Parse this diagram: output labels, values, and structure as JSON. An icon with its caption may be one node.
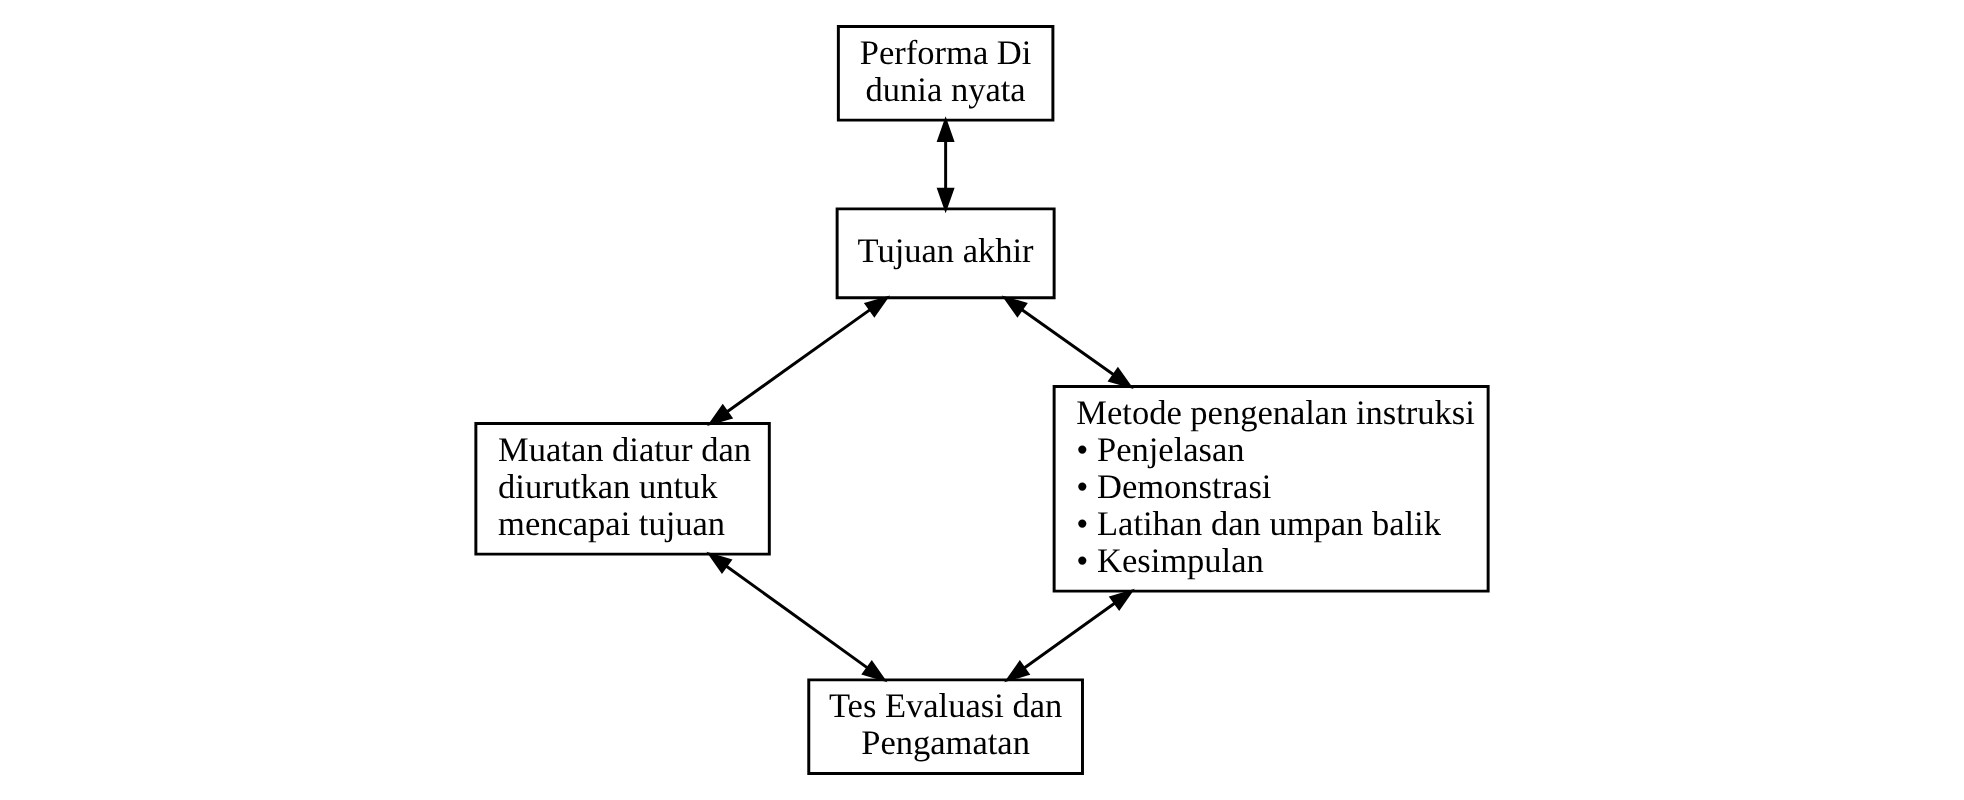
{
  "diagram": {
    "nodes": [
      {
        "text": [
          "Performa Di dunia nyata"
        ]
      },
      {
        "text": [
          "Tujuan akhir"
        ]
      },
      {
        "text": [
          "Muatan diatur dan diurutkan untuk mencapai tujuan"
        ]
      },
      {
        "text": [
          "Metode pengenalan instruksi",
          "• Penjelasan",
          "• Demonstrasi",
          "• Latihan dan umpan balik",
          "• Kesimpulan"
        ]
      },
      {
        "text": [
          "Tes Evaluasi dan Pengamatan"
        ]
      }
    ],
    "edges": [
      {
        "from": 0,
        "to": 1,
        "arrow": "both"
      },
      {
        "from": 1,
        "to": 2,
        "arrow": "both"
      },
      {
        "from": 1,
        "to": 3,
        "arrow": "both"
      },
      {
        "from": 2,
        "to": 4,
        "arrow": "both"
      },
      {
        "from": 3,
        "to": 4,
        "arrow": "both"
      }
    ]
  }
}
